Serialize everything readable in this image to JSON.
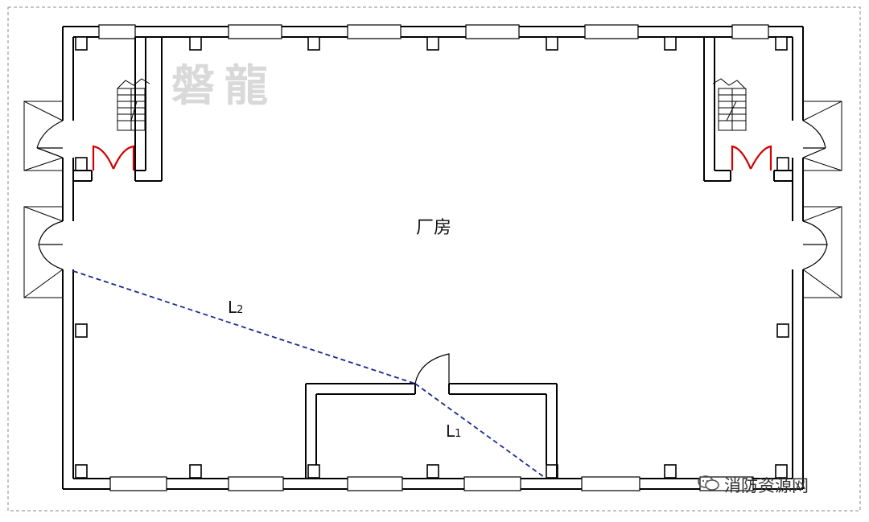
{
  "room_label": "厂房",
  "path_labels": {
    "l2": {
      "letter": "L",
      "sub": "2"
    },
    "l1": {
      "letter": "L",
      "sub": "1"
    }
  },
  "watermark_text": "磐龍",
  "source_caption": "消防资源网",
  "colors": {
    "wall": "#000000",
    "evacuation_path": "#1b2a8f",
    "stair_door": "#d40000",
    "border": "#888888",
    "watermark": "#d9d9d9"
  },
  "icons": [
    "wechat-icon"
  ]
}
